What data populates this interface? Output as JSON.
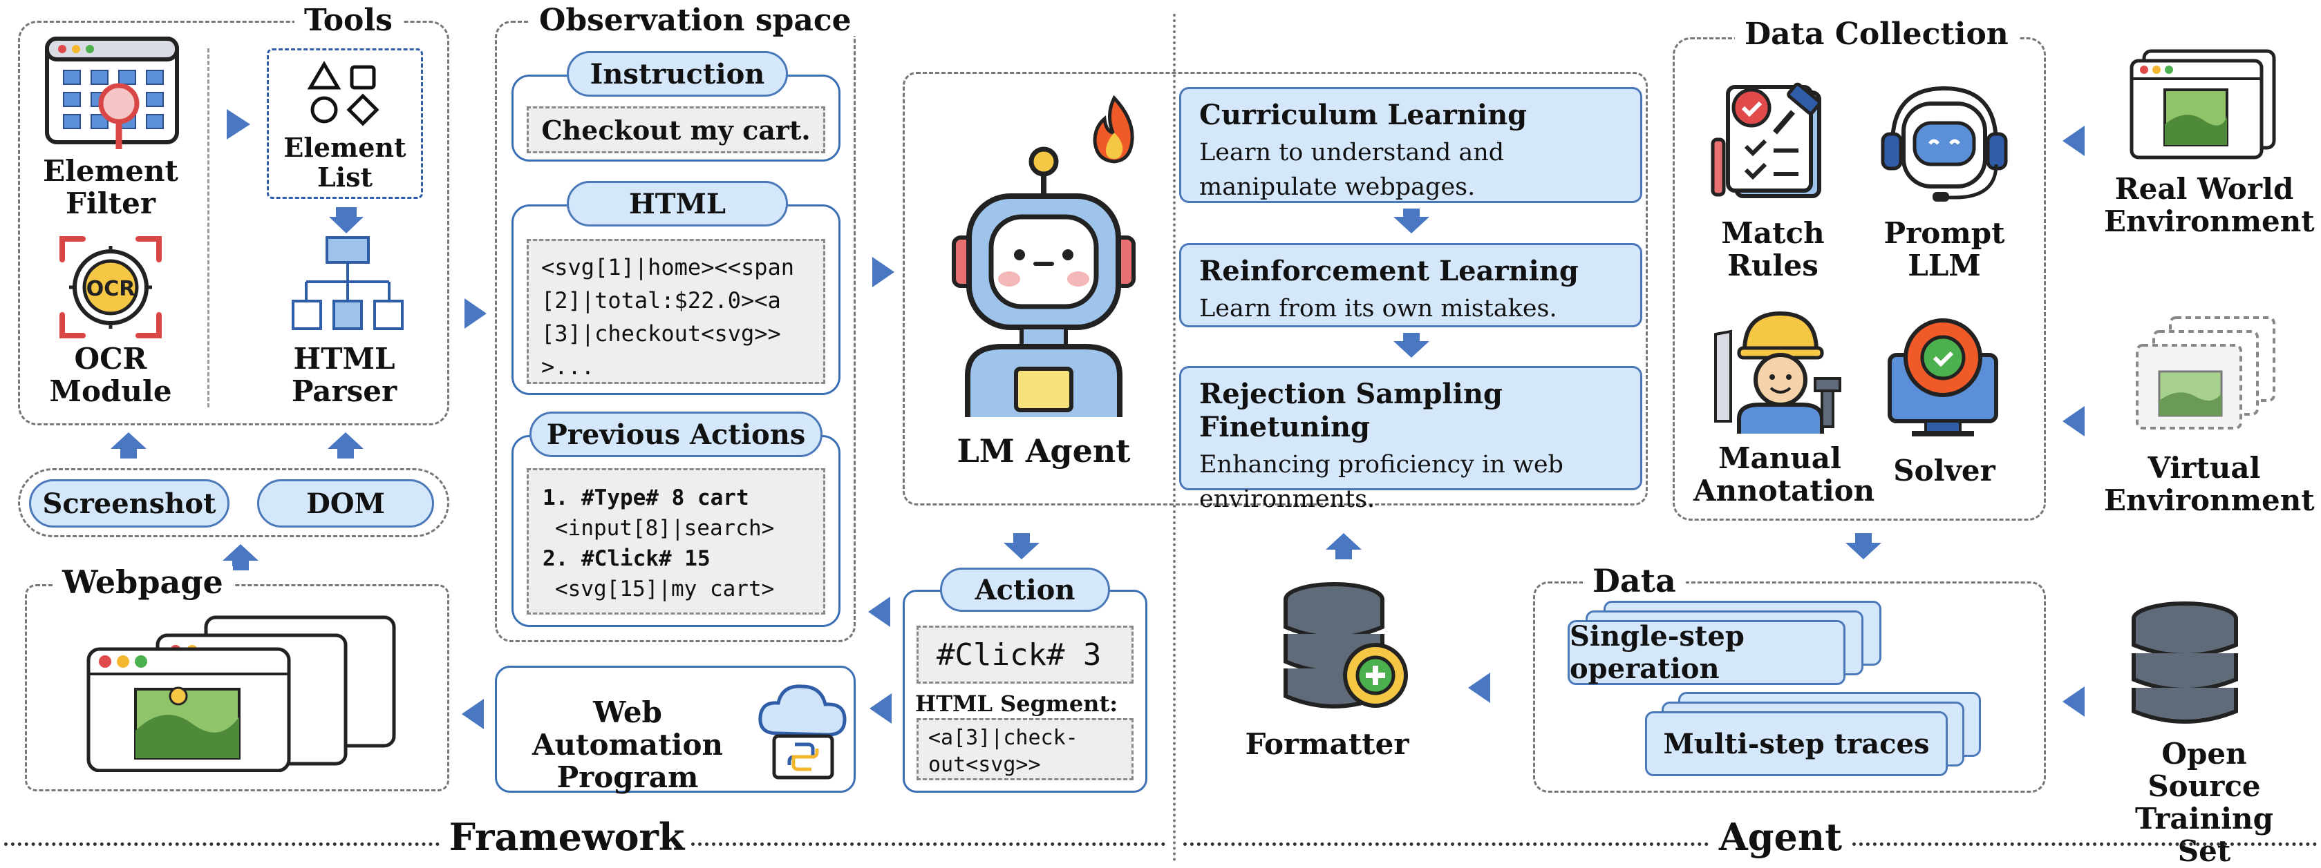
{
  "colors": {
    "accent": "#d5e8fb",
    "stroke": "#4a78b8",
    "arrow": "#4a77c2"
  },
  "framework": {
    "tools": {
      "title": "Tools",
      "element_filter": "Element\nFilter",
      "element_list": "Element\nList",
      "ocr_module": "OCR\nModule",
      "ocr_badge": "OCR",
      "html_parser": "HTML\nParser"
    },
    "screenshot": "Screenshot",
    "dom": "DOM",
    "webpage": {
      "title": "Webpage"
    },
    "observation": {
      "title": "Observation space",
      "instruction": {
        "label": "Instruction",
        "text": "Checkout my cart."
      },
      "html": {
        "label": "HTML",
        "code": "<svg[1]|home><<span[2]|total:$22.0><a[3]|checkout<svg>>>..."
      },
      "previous_actions": {
        "label": "Previous Actions",
        "lines": [
          "1. #Type# 8 cart",
          "<input[8]|search>",
          "2. #Click# 15",
          "<svg[15]|my cart>"
        ]
      }
    },
    "action": {
      "label": "Action",
      "code": "#Click# 3",
      "segment_label": "HTML Segment:",
      "segment_code": "<a[3]|check-\nout<svg>>"
    },
    "automation": "Web Automation\nProgram",
    "section_label": "Framework"
  },
  "agent": {
    "name": "LM Agent",
    "learning": [
      {
        "title": "Curriculum Learning",
        "desc": "Learn to understand and manipulate webpages."
      },
      {
        "title": "Reinforcement Learning",
        "desc": "Learn from its own mistakes."
      },
      {
        "title": "Rejection Sampling Finetuning",
        "desc": "Enhancing proficiency in web environments."
      }
    ],
    "formatter": "Formatter",
    "data_collection": {
      "title": "Data Collection",
      "match_rules": "Match\nRules",
      "prompt_llm": "Prompt\nLLM",
      "manual_annotation": "Manual\nAnnotation",
      "solver": "Solver"
    },
    "data": {
      "title": "Data",
      "single_step": "Single-step operation",
      "multi_step": "Multi-step traces"
    },
    "sources": {
      "real": "Real World\nEnvironment",
      "virtual": "Virtual\nEnvironment",
      "open_source": "Open Source\nTraining Set"
    },
    "section_label": "Agent"
  },
  "icons": [
    "element-filter-icon",
    "element-list-icon",
    "ocr-icon",
    "html-parser-icon",
    "browser-window-icon",
    "robot-icon",
    "fire-icon",
    "cloud-python-icon",
    "database-gear-icon",
    "checklist-gavel-icon",
    "headset-robot-icon",
    "engineer-icon",
    "gear-monitor-icon",
    "database-icon"
  ]
}
